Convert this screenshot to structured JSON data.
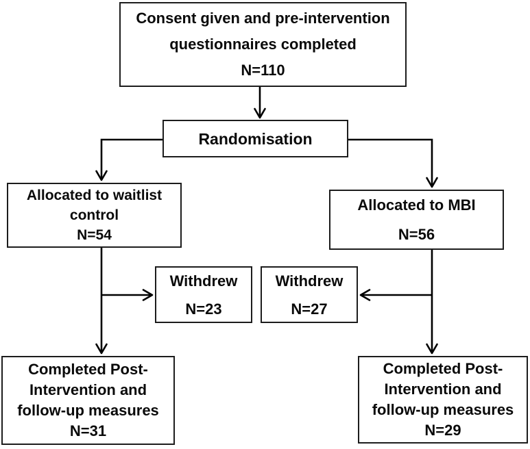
{
  "figure": {
    "description": "Participant flow diagram (CONSORT style) for a randomised trial of MBI vs waitlist control",
    "colors": {
      "background": "#ffffff",
      "line": "#000000",
      "box_border": "#1c1c1c",
      "text": "#0a0a0a"
    },
    "nodes": {
      "consent": {
        "lines": [
          "Consent given and pre-intervention",
          "questionnaires completed",
          "N=110"
        ]
      },
      "randomisation": {
        "label": "Randomisation"
      },
      "waitlist": {
        "lines": [
          "Allocated to waitlist",
          "control",
          "N=54"
        ]
      },
      "mbi": {
        "lines": [
          "Allocated to MBI",
          "N=56"
        ]
      },
      "withdrew_left": {
        "lines": [
          "Withdrew",
          "N=23"
        ]
      },
      "withdrew_right": {
        "lines": [
          "Withdrew",
          "N=27"
        ]
      },
      "completed_left": {
        "lines": [
          "Completed Post-",
          "Intervention and",
          "follow-up measures",
          "N=31"
        ]
      },
      "completed_right": {
        "lines": [
          "Completed Post-",
          "Intervention and",
          "follow-up measures",
          "N=29"
        ]
      }
    }
  }
}
